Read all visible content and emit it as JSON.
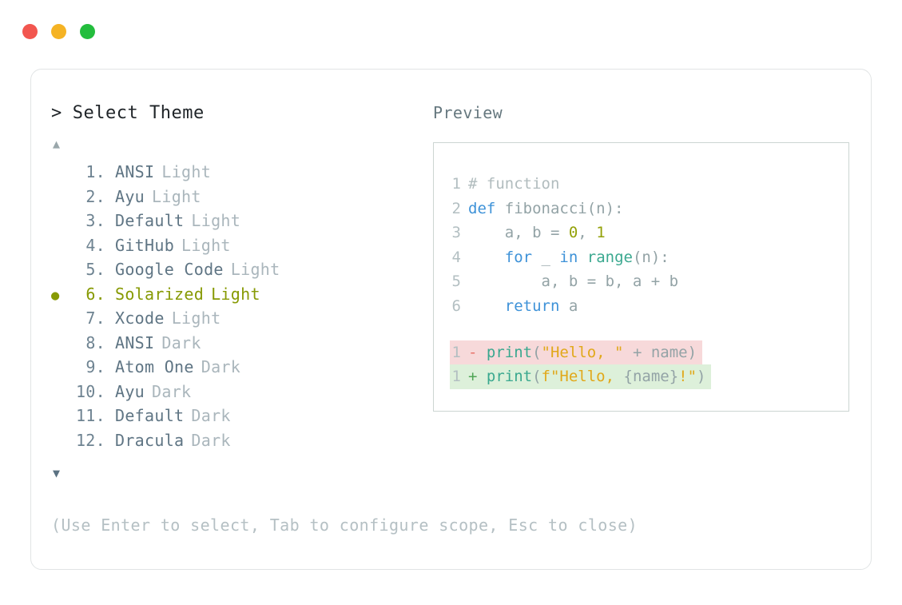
{
  "window": {
    "traffic_lights": [
      {
        "name": "close",
        "color": "#f2564f"
      },
      {
        "name": "minimize",
        "color": "#f5b324"
      },
      {
        "name": "maximize",
        "color": "#23bd3d"
      }
    ]
  },
  "prompt": {
    "caret": ">",
    "label": "Select Theme"
  },
  "scroll": {
    "up_glyph": "▲",
    "down_glyph": "▼"
  },
  "selection": {
    "bullet_glyph": "●",
    "selected_index": 6,
    "accent_color": "#879a04"
  },
  "themes": [
    {
      "index": "1.",
      "name": "ANSI",
      "variant": "Light",
      "selected": false
    },
    {
      "index": "2.",
      "name": "Ayu",
      "variant": "Light",
      "selected": false
    },
    {
      "index": "3.",
      "name": "Default",
      "variant": "Light",
      "selected": false
    },
    {
      "index": "4.",
      "name": "GitHub",
      "variant": "Light",
      "selected": false
    },
    {
      "index": "5.",
      "name": "Google Code",
      "variant": "Light",
      "selected": false
    },
    {
      "index": "6.",
      "name": "Solarized",
      "variant": "Light",
      "selected": true
    },
    {
      "index": "7.",
      "name": "Xcode",
      "variant": "Light",
      "selected": false
    },
    {
      "index": "8.",
      "name": "ANSI",
      "variant": "Dark",
      "selected": false
    },
    {
      "index": "9.",
      "name": "Atom One",
      "variant": "Dark",
      "selected": false
    },
    {
      "index": "10.",
      "name": "Ayu",
      "variant": "Dark",
      "selected": false
    },
    {
      "index": "11.",
      "name": "Default",
      "variant": "Dark",
      "selected": false
    },
    {
      "index": "12.",
      "name": "Dracula",
      "variant": "Dark",
      "selected": false
    }
  ],
  "preview": {
    "label": "Preview",
    "code_lines": [
      {
        "num": "1",
        "tokens": [
          {
            "t": "# function",
            "c": "comment"
          }
        ]
      },
      {
        "num": "2",
        "tokens": [
          {
            "t": "def",
            "c": "kw"
          },
          {
            "t": " fibonacci(n):",
            "c": "plain"
          }
        ]
      },
      {
        "num": "3",
        "tokens": [
          {
            "t": "    a, b = ",
            "c": "plain"
          },
          {
            "t": "0",
            "c": "num"
          },
          {
            "t": ", ",
            "c": "plain"
          },
          {
            "t": "1",
            "c": "num"
          }
        ]
      },
      {
        "num": "4",
        "tokens": [
          {
            "t": "    ",
            "c": "plain"
          },
          {
            "t": "for",
            "c": "kw"
          },
          {
            "t": " _ ",
            "c": "plain"
          },
          {
            "t": "in",
            "c": "kw"
          },
          {
            "t": " ",
            "c": "plain"
          },
          {
            "t": "range",
            "c": "fn"
          },
          {
            "t": "(n):",
            "c": "plain"
          }
        ]
      },
      {
        "num": "5",
        "tokens": [
          {
            "t": "        a, b = b, a + b",
            "c": "plain"
          }
        ]
      },
      {
        "num": "6",
        "tokens": [
          {
            "t": "    ",
            "c": "plain"
          },
          {
            "t": "return",
            "c": "kw"
          },
          {
            "t": " a",
            "c": "plain"
          }
        ]
      }
    ],
    "diff_lines": [
      {
        "kind": "del",
        "num": "1",
        "sign": "-",
        "tokens": [
          {
            "t": "print",
            "c": "fn"
          },
          {
            "t": "(",
            "c": "punc"
          },
          {
            "t": "\"Hello, \"",
            "c": "str"
          },
          {
            "t": " + name)",
            "c": "plain"
          }
        ]
      },
      {
        "kind": "add",
        "num": "1",
        "sign": "+",
        "tokens": [
          {
            "t": "print",
            "c": "fn"
          },
          {
            "t": "(",
            "c": "punc"
          },
          {
            "t": "f\"Hello, ",
            "c": "str"
          },
          {
            "t": "{name}",
            "c": "plain"
          },
          {
            "t": "!\"",
            "c": "str"
          },
          {
            "t": ")",
            "c": "plain"
          }
        ]
      }
    ]
  },
  "footer": {
    "hint": "(Use Enter to select, Tab to configure scope, Esc to close)"
  },
  "palette": {
    "comment": "#b1bcbe",
    "keyword": "#3e92d8",
    "number": "#93a108",
    "function": "#3aa88f",
    "plain": "#93a3a6",
    "string": "#e1a81a",
    "diff_del_bg": "#f7d9da",
    "diff_add_bg": "#ddf0da",
    "diff_del_sign": "#e8726a",
    "diff_add_sign": "#4fa555"
  }
}
